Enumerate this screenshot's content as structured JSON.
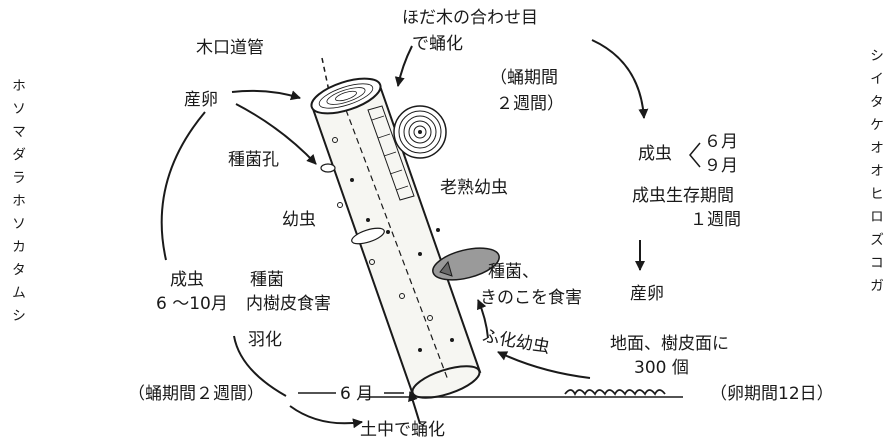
{
  "left_species": "ホソマダラホソカタムシ",
  "right_species": "シイタケオオヒロズコガ",
  "labels": {
    "hodagi_junction": "ほだ木の合わせ目",
    "pupate_at": "で蛹化",
    "kiguchi": "木口道管",
    "pupa_period_open": "（蛹期間",
    "pupa_period_close": "２週間）",
    "lay_eggs_left": "産卵",
    "adult_right": "成虫",
    "month_jun": "６月",
    "month_sep": "９月",
    "adult_survival": "成虫生存期間",
    "one_week": "１週間",
    "inoculation_hole": "種菌孔",
    "mature_larva": "老熟幼虫",
    "larva": "幼虫",
    "adult_left": "成虫",
    "adult_period": "6 〜10月",
    "seed_fungus": "種菌",
    "inner_bark_feeding": "内樹皮食害",
    "seed_fungus_right": "種菌、",
    "mushroom_feeding": "きのこを食害",
    "lay_eggs_right": "産卵",
    "emergence": "羽化",
    "hatched_larva": "ふ化幼虫",
    "ground_bark": "地面、樹皮面に",
    "egg_count": "300 個",
    "bottom_pupa_period": "（蛹期間２週間）",
    "june_bottom": "6 月",
    "egg_period": "（卵期間12日）",
    "soil_pupation": "土中で蛹化"
  }
}
